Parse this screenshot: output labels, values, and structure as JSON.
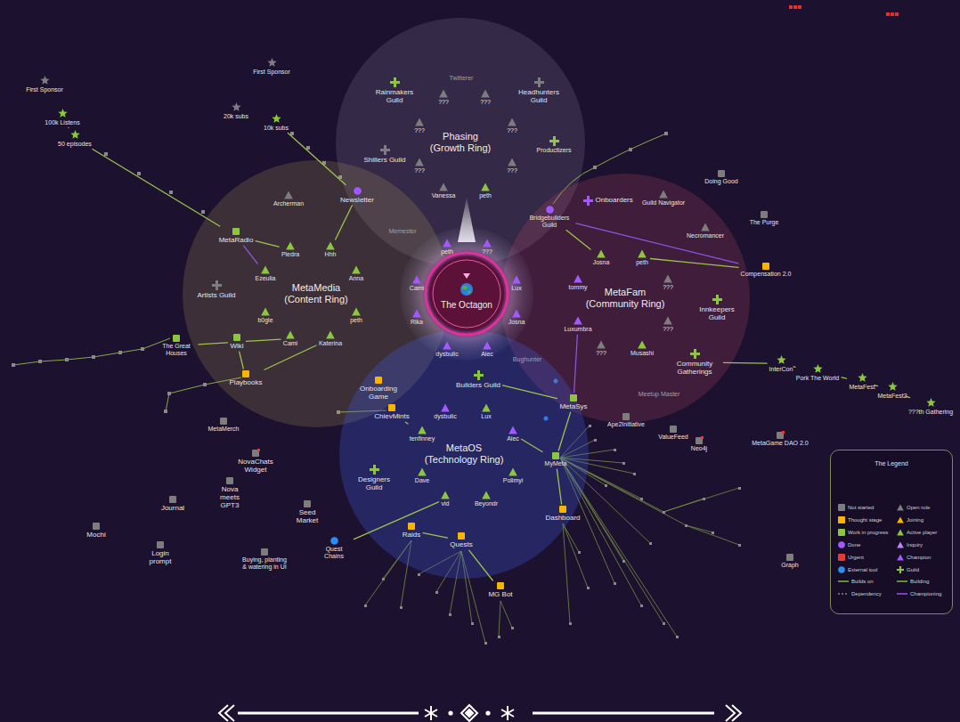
{
  "diagram": {
    "nodes": [
      {
        "text": [
          "Phasing (Growth Ring)"
        ]
      },
      {
        "text": [
          "???"
        ],
        "in": 0
      },
      {
        "text": [
          "???"
        ],
        "in": 0
      },
      {
        "text": [
          "???"
        ],
        "in": 0
      },
      {
        "text": [
          "???"
        ],
        "in": 0
      },
      {
        "text": [
          "???"
        ],
        "in": 0
      },
      {
        "text": [
          "???"
        ],
        "in": 0
      },
      {
        "text": [
          "Vanessa"
        ],
        "in": 0
      },
      {
        "text": [
          "peth"
        ],
        "in": 0
      },
      {
        "text": [
          "Rainmakers Guild"
        ],
        "in": 0
      },
      {
        "text": [
          "Headhunters Guild"
        ],
        "in": 0
      },
      {
        "text": [
          "Shillers Guild"
        ],
        "in": 0
      },
      {
        "text": [
          "Productizers"
        ],
        "in": 0
      },
      {
        "text": [
          "MetaMedia (Content Ring)"
        ]
      },
      {
        "text": [
          "Piedra"
        ],
        "in": 13
      },
      {
        "text": [
          "Hhh"
        ],
        "in": 13
      },
      {
        "text": [
          "Ezeulia"
        ],
        "in": 13
      },
      {
        "text": [
          "Anna"
        ],
        "in": 13
      },
      {
        "text": [
          "b0gle"
        ],
        "in": 13
      },
      {
        "text": [
          "peth"
        ],
        "in": 13
      },
      {
        "text": [
          "Cami"
        ],
        "in": 13
      },
      {
        "text": [
          "Katerina"
        ],
        "in": 13
      },
      {
        "text": [
          "Artists Guild"
        ],
        "in": 13
      },
      {
        "text": [
          "Archerman"
        ],
        "in": 13
      },
      {
        "text": [
          "MetaRadio"
        ],
        "in": 13
      },
      {
        "text": [
          "Wiki"
        ],
        "in": 13
      },
      {
        "text": [
          "Playbooks"
        ],
        "in": 13
      },
      {
        "text": [
          "MetaFam (Community Ring)"
        ]
      },
      {
        "text": [
          "Josna"
        ],
        "in": 27
      },
      {
        "text": [
          "peth"
        ],
        "in": 27
      },
      {
        "text": [
          "tommy"
        ],
        "in": 27
      },
      {
        "text": [
          "???"
        ],
        "in": 27
      },
      {
        "text": [
          "Luxumbra"
        ],
        "in": 27
      },
      {
        "text": [
          "???"
        ],
        "in": 27
      },
      {
        "text": [
          "???"
        ],
        "in": 27
      },
      {
        "text": [
          "Musashi"
        ],
        "in": 27
      },
      {
        "text": [
          "Onboarders"
        ],
        "in": 27
      },
      {
        "text": [
          "Guild Navigator"
        ],
        "in": 27
      },
      {
        "text": [
          "Necromancer"
        ],
        "in": 27
      },
      {
        "text": [
          "Innkeepers Guild"
        ],
        "in": 27
      },
      {
        "text": [
          "Bridgebuilders Guild"
        ],
        "in": 27
      },
      {
        "text": [
          "Community Gatherings"
        ],
        "in": 27
      },
      {
        "text": [
          "MetaOS (Technology Ring)"
        ]
      },
      {
        "text": [
          "dysbulic"
        ],
        "in": 42
      },
      {
        "text": [
          "Lux"
        ],
        "in": 42
      },
      {
        "text": [
          "tenfinney"
        ],
        "in": 42
      },
      {
        "text": [
          "Alec"
        ],
        "in": 42
      },
      {
        "text": [
          "Dave"
        ],
        "in": 42
      },
      {
        "text": [
          "Polimyi"
        ],
        "in": 42
      },
      {
        "text": [
          "vid"
        ],
        "in": 42
      },
      {
        "text": [
          "Beyondr"
        ],
        "in": 42
      },
      {
        "text": [
          "Designers Guild"
        ],
        "in": 42
      },
      {
        "text": [
          "Builders Guild"
        ],
        "in": 42
      },
      {
        "text": [
          "Onboarding Game"
        ],
        "in": 42
      },
      {
        "text": [
          "ChievMints"
        ],
        "in": 42
      },
      {
        "text": [
          "MyMeta"
        ],
        "in": 42
      },
      {
        "text": [
          "Dashboard"
        ],
        "in": 42
      },
      {
        "text": [
          "Raids"
        ],
        "in": 42
      },
      {
        "text": [
          "Quests"
        ],
        "in": 42
      },
      {
        "text": [
          "The Octagon"
        ]
      },
      {
        "text": [
          "peth"
        ],
        "in": 59
      },
      {
        "text": [
          "???"
        ],
        "in": 59
      },
      {
        "text": [
          "Cami"
        ],
        "in": 59
      },
      {
        "text": [
          "Lux"
        ],
        "in": 59
      },
      {
        "text": [
          "Rika"
        ],
        "in": 59
      },
      {
        "text": [
          "Josna"
        ],
        "in": 59
      },
      {
        "text": [
          "dysbulic"
        ],
        "in": 59
      },
      {
        "text": [
          "Alec"
        ],
        "in": 59
      },
      {
        "text": [
          "First Sponsor"
        ]
      },
      {
        "text": [
          "100k Listens"
        ]
      },
      {
        "text": [
          "50 episodes"
        ]
      },
      {
        "text": [
          "First Sponsor"
        ]
      },
      {
        "text": [
          "20k subs"
        ]
      },
      {
        "text": [
          "10k subs"
        ]
      },
      {
        "text": [
          "Newsletter"
        ]
      },
      {
        "text": [
          "The Great Houses"
        ]
      },
      {
        "text": [
          "Compensation 2.0"
        ]
      },
      {
        "text": [
          "Doing Good"
        ]
      },
      {
        "text": [
          "The Purge"
        ]
      },
      {
        "text": [
          "InterCon"
        ]
      },
      {
        "text": [
          "Pork The World"
        ]
      },
      {
        "text": [
          "MetaFest"
        ]
      },
      {
        "text": [
          "MetaFest2"
        ]
      },
      {
        "text": [
          "???th Gathering"
        ]
      },
      {
        "text": [
          "MetaSys"
        ]
      },
      {
        "text": [
          "MG Bot"
        ]
      },
      {
        "text": [
          "Quest Chains"
        ]
      },
      {
        "text": [
          "Ape2Initiative"
        ]
      },
      {
        "text": [
          "ValueFeed"
        ]
      },
      {
        "text": [
          "Neo4j"
        ]
      },
      {
        "text": [
          "MetaGame DAO 2.0"
        ]
      },
      {
        "text": [
          "MetaMerch"
        ]
      },
      {
        "text": [
          "NovaChats Widget"
        ]
      },
      {
        "text": [
          "Nova meets GPT3"
        ]
      },
      {
        "text": [
          "Journal"
        ]
      },
      {
        "text": [
          "Seed Market"
        ]
      },
      {
        "text": [
          "Mochi"
        ]
      },
      {
        "text": [
          "Login prompt"
        ]
      },
      {
        "text": [
          "Buying, planting & watering in UI"
        ]
      },
      {
        "text": [
          "Graph"
        ]
      }
    ],
    "edges": [
      {
        "from": 24,
        "to": 14,
        "arrow": "none"
      },
      {
        "from": 24,
        "to": 16,
        "arrow": "none"
      },
      {
        "from": 74,
        "to": 15,
        "arrow": "none"
      },
      {
        "from": 25,
        "to": 20,
        "arrow": "none"
      },
      {
        "from": 25,
        "to": 26,
        "arrow": "none"
      },
      {
        "from": 26,
        "to": 21,
        "arrow": "none"
      },
      {
        "from": 75,
        "to": 25,
        "arrow": "none"
      },
      {
        "from": 40,
        "to": 28,
        "arrow": "none"
      },
      {
        "from": 40,
        "to": 76,
        "arrow": "none"
      },
      {
        "from": 29,
        "to": 76,
        "arrow": "none"
      },
      {
        "from": 32,
        "to": 84,
        "arrow": "none"
      },
      {
        "from": 41,
        "to": 79,
        "arrow": "none"
      },
      {
        "from": 79,
        "to": 80,
        "arrow": "none"
      },
      {
        "from": 80,
        "to": 81,
        "arrow": "none"
      },
      {
        "from": 81,
        "to": 82,
        "arrow": "none"
      },
      {
        "from": 82,
        "to": 83,
        "arrow": "none"
      },
      {
        "from": 54,
        "to": 45,
        "arrow": "none"
      },
      {
        "from": 52,
        "to": 84,
        "arrow": "none"
      },
      {
        "from": 84,
        "to": 55,
        "arrow": "none"
      },
      {
        "from": 55,
        "to": 46,
        "arrow": "none"
      },
      {
        "from": 55,
        "to": 56,
        "arrow": "none"
      },
      {
        "from": 86,
        "to": 49,
        "arrow": "none"
      },
      {
        "from": 58,
        "to": 57,
        "arrow": "none"
      },
      {
        "from": 58,
        "to": 85,
        "arrow": "none"
      },
      {
        "from": 73,
        "to": 74,
        "arrow": "none"
      },
      {
        "from": 70,
        "to": 24,
        "arrow": "none"
      },
      {
        "from": 69,
        "to": 70,
        "arrow": "none"
      }
    ],
    "labels": [
      "Twitterer",
      "Memester",
      "Bughunter",
      "Meetup Master",
      "The Legend"
    ],
    "legend": [
      {
        "text": "Not started",
        "color": "#7d7d7d"
      },
      {
        "text": "Thought stage",
        "color": "#f7b500"
      },
      {
        "text": "Work in progress",
        "color": "#8cc63f"
      },
      {
        "text": "Done",
        "color": "#a259ff"
      },
      {
        "text": "Urgent",
        "color": "#e53935"
      },
      {
        "text": "External tool",
        "color": "#2d8cf0"
      },
      {
        "text": "Builds on"
      },
      {
        "text": "Dependency"
      },
      {
        "text": "Open role",
        "color": "#7d7d7d"
      },
      {
        "text": "Joining",
        "color": "#f7b500"
      },
      {
        "text": "Active player",
        "color": "#8cc63f"
      },
      {
        "text": "Inquiry",
        "color": "#c084fc"
      },
      {
        "text": "Champion",
        "color": "#a259ff"
      },
      {
        "text": "Guild",
        "color": "#8cc63f"
      },
      {
        "text": "Building"
      },
      {
        "text": "Championing"
      }
    ]
  }
}
